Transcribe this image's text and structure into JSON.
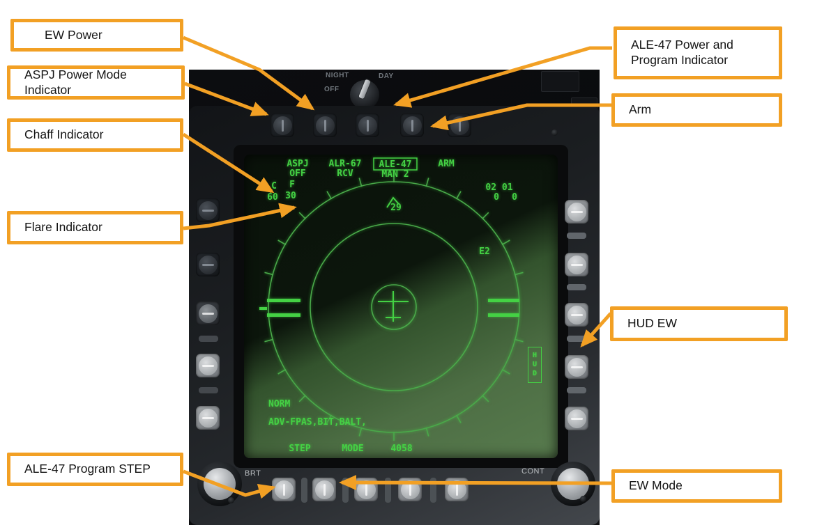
{
  "colors": {
    "accent_orange": "#f2a024",
    "display_green": "#44d144",
    "ring_green": "#4aa94a"
  },
  "callouts": {
    "ew_power": "EW Power",
    "aspj": "ASPJ Power Mode Indicator",
    "chaff": "Chaff Indicator",
    "flare": "Flare Indicator",
    "ale47_step": "ALE-47 Program STEP",
    "ale47_power": "ALE-47 Power and Program Indicator",
    "arm": "Arm",
    "hud_ew": "HUD EW",
    "ew_mode": "EW Mode"
  },
  "bezel": {
    "night": "NIGHT",
    "off": "OFF",
    "day": "DAY",
    "brt": "BRT",
    "cont": "CONT"
  },
  "display": {
    "aspj_label": "ASPJ",
    "aspj_status": "OFF",
    "alr67_label": "ALR-67",
    "alr67_status": "RCV",
    "ale47_label": "ALE-47",
    "ale47_status": "MAN 2",
    "arm_label": "ARM",
    "chaff_label": "C",
    "chaff_count": "60",
    "flare_label": "F",
    "flare_count": "30",
    "expendables_row1": "02 01",
    "expendables_zero1": "0",
    "expendables_zero2": "0",
    "heading": "29",
    "emitter": "E2",
    "hud_label": "HUD",
    "ew_mode": "NORM",
    "status_line": "ADV-FPAS,BIT,BALT,",
    "step_label": "STEP",
    "mode_label": "MODE",
    "code": "4058"
  }
}
